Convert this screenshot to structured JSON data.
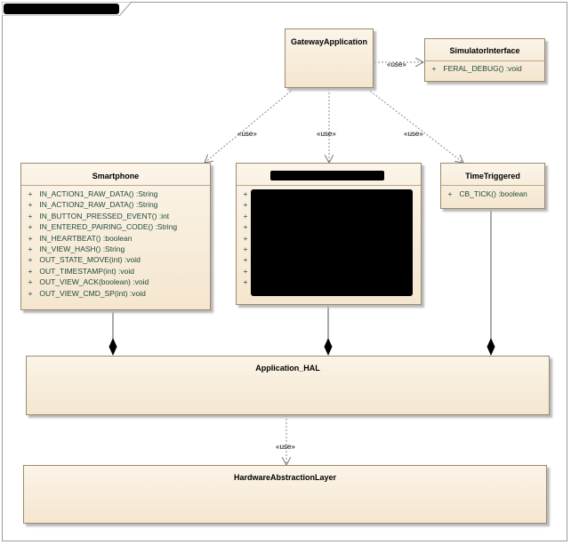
{
  "diagram": {
    "classes": {
      "gateway": {
        "name": "GatewayApplication"
      },
      "simulator": {
        "name": "SimulatorInterface",
        "operations": [
          {
            "vis": "+",
            "sig": "FERAL_DEBUG()  :void"
          }
        ]
      },
      "smartphone": {
        "name": "Smartphone",
        "operations": [
          {
            "vis": "+",
            "sig": "IN_ACTION1_RAW_DATA()  :String"
          },
          {
            "vis": "+",
            "sig": "IN_ACTION2_RAW_DATA()  :String"
          },
          {
            "vis": "+",
            "sig": "IN_BUTTON_PRESSED_EVENT()  :int"
          },
          {
            "vis": "+",
            "sig": "IN_ENTERED_PAIRING_CODE()  :String"
          },
          {
            "vis": "+",
            "sig": "IN_HEARTBEAT()  :boolean"
          },
          {
            "vis": "+",
            "sig": "IN_VIEW_HASH()  :String"
          },
          {
            "vis": "+",
            "sig": "OUT_STATE_MOVE(int)  :void"
          },
          {
            "vis": "+",
            "sig": "OUT_TIMESTAMP(int)  :void"
          },
          {
            "vis": "+",
            "sig": "OUT_VIEW_ACK(boolean)  :void"
          },
          {
            "vis": "+",
            "sig": "OUT_VIEW_CMD_SP(int)  :void"
          }
        ]
      },
      "redacted": {
        "operations": [
          "+",
          "+",
          "+",
          "+",
          "+",
          "+",
          "+",
          "+",
          "+"
        ]
      },
      "timetriggered": {
        "name": "TimeTriggered",
        "operations": [
          {
            "vis": "+",
            "sig": "CB_TICK()  :boolean"
          }
        ]
      },
      "hal": {
        "name": "Application_HAL"
      },
      "hwal": {
        "name": "HardwareAbstractionLayer"
      }
    },
    "relations": {
      "use_label": "«use»"
    }
  }
}
